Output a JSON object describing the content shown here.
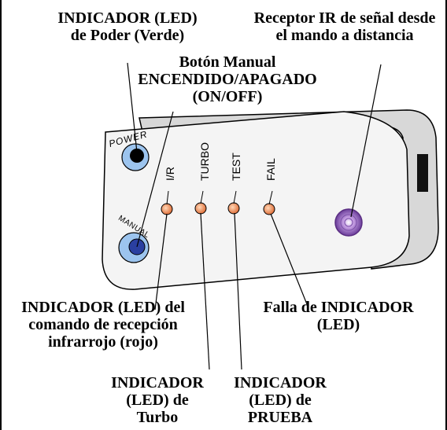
{
  "callouts": {
    "power_led": {
      "lines": [
        "INDICADOR (LED)",
        "de Poder (Verde)"
      ]
    },
    "ir_receiver": {
      "lines": [
        "Receptor IR de señal desde",
        "el mando a distancia"
      ]
    },
    "manual_button": {
      "lines": [
        "Botón Manual",
        "ENCENDIDO/APAGADO",
        "(ON/OFF)"
      ]
    },
    "ir_led": {
      "lines": [
        "INDICADOR (LED) del",
        "comando de recepción",
        "infrarrojo (rojo)"
      ]
    },
    "fail_led": {
      "lines": [
        "Falla de INDICADOR",
        "(LED)"
      ]
    },
    "turbo_led": {
      "lines": [
        "INDICADOR",
        "(LED) de",
        "Turbo"
      ]
    },
    "test_led": {
      "lines": [
        "INDICADOR",
        "(LED) de",
        "PRUEBA"
      ]
    }
  },
  "device": {
    "power_label": "POWER",
    "manual_label": "MANUAL",
    "led_labels": [
      "I/R",
      "TURBO",
      "TEST",
      "FAIL"
    ]
  },
  "colors": {
    "led": "#f0a070",
    "power_button": "#2a5aa8",
    "manual_button": "#3060c8",
    "ir_receiver": "#a070c8"
  }
}
